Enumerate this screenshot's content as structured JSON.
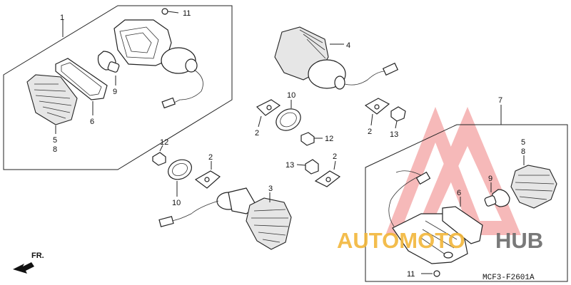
{
  "diagram": {
    "code": "MCF3-F2601A",
    "direction_label": "FR.",
    "watermark": {
      "part1": "AUTOMOTO",
      "part2": "HUB",
      "color_main": "#f2b63a",
      "color_alt": "#6b6b6b",
      "triangle_color": "#f08080"
    },
    "callouts": {
      "c1": "1",
      "c11a": "11",
      "c9a": "9",
      "c6a": "6",
      "c5a": "5",
      "c8a": "8",
      "c4": "4",
      "c10a": "10",
      "c2a": "2",
      "c12a": "12",
      "c2b": "2",
      "c13a": "13",
      "c12b": "12",
      "c2c": "2",
      "c10b": "10",
      "c3": "3",
      "c13b": "13",
      "c2d": "2",
      "c7": "7",
      "c5b": "5",
      "c8b": "8",
      "c9b": "9",
      "c6b": "6",
      "c11b": "11"
    }
  }
}
